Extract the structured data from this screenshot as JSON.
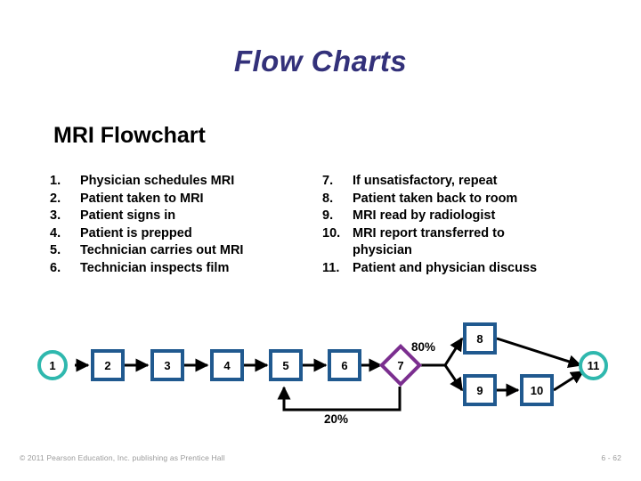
{
  "slide": {
    "title": "Flow Charts",
    "subheading": "MRI Flowchart"
  },
  "steps": {
    "left": [
      {
        "num": "1.",
        "text": "Physician schedules MRI"
      },
      {
        "num": "2.",
        "text": "Patient taken to MRI"
      },
      {
        "num": "3.",
        "text": "Patient signs in"
      },
      {
        "num": "4.",
        "text": "Patient is prepped"
      },
      {
        "num": "5.",
        "text": "Technician carries out MRI"
      },
      {
        "num": "6.",
        "text": "Technician inspects film"
      }
    ],
    "right": [
      {
        "num": "7.",
        "text": "If unsatisfactory, repeat"
      },
      {
        "num": "8.",
        "text": "Patient taken back to room"
      },
      {
        "num": "9.",
        "text": "MRI read by radiologist"
      },
      {
        "num": "10.",
        "text": "MRI report transferred to"
      },
      {
        "num": "",
        "text": "physician",
        "continuation": true
      },
      {
        "num": "11.",
        "text": "Patient and physician discuss"
      }
    ]
  },
  "chart_data": {
    "type": "diagram",
    "title": "MRI Flowchart",
    "nodes": [
      {
        "id": "1",
        "label": "1",
        "shape": "circle",
        "color": "#2FB8AE"
      },
      {
        "id": "2",
        "label": "2",
        "shape": "box",
        "color": "#20598F"
      },
      {
        "id": "3",
        "label": "3",
        "shape": "box",
        "color": "#20598F"
      },
      {
        "id": "4",
        "label": "4",
        "shape": "box",
        "color": "#20598F"
      },
      {
        "id": "5",
        "label": "5",
        "shape": "box",
        "color": "#20598F"
      },
      {
        "id": "6",
        "label": "6",
        "shape": "box",
        "color": "#20598F"
      },
      {
        "id": "7",
        "label": "7",
        "shape": "diamond",
        "color": "#7B2E8F"
      },
      {
        "id": "8",
        "label": "8",
        "shape": "box",
        "color": "#20598F"
      },
      {
        "id": "9",
        "label": "9",
        "shape": "box",
        "color": "#20598F"
      },
      {
        "id": "10",
        "label": "10",
        "shape": "box",
        "color": "#20598F"
      },
      {
        "id": "11",
        "label": "11",
        "shape": "circle",
        "color": "#2FB8AE"
      }
    ],
    "edges": [
      {
        "from": "1",
        "to": "2",
        "label": ""
      },
      {
        "from": "2",
        "to": "3",
        "label": ""
      },
      {
        "from": "3",
        "to": "4",
        "label": ""
      },
      {
        "from": "4",
        "to": "5",
        "label": ""
      },
      {
        "from": "5",
        "to": "6",
        "label": ""
      },
      {
        "from": "6",
        "to": "7",
        "label": ""
      },
      {
        "from": "7",
        "to": "8",
        "label": "80%"
      },
      {
        "from": "7",
        "to": "9",
        "label": "80%"
      },
      {
        "from": "7",
        "to": "5",
        "label": "20%"
      },
      {
        "from": "8",
        "to": "11",
        "label": ""
      },
      {
        "from": "9",
        "to": "10",
        "label": ""
      },
      {
        "from": "10",
        "to": "11",
        "label": ""
      }
    ],
    "edge_labels": {
      "branch_pass": "80%",
      "branch_rework": "20%"
    }
  },
  "nodes": {
    "n1": "1",
    "n2": "2",
    "n3": "3",
    "n4": "4",
    "n5": "5",
    "n6": "6",
    "n7": "7",
    "n8": "8",
    "n9": "9",
    "n10": "10",
    "n11": "11"
  },
  "labels": {
    "pct80": "80%",
    "pct20": "20%"
  },
  "footer": {
    "copyright": "© 2011 Pearson Education, Inc. publishing as Prentice Hall",
    "page": "6 - 62"
  },
  "colors": {
    "title": "#33317A",
    "box_border": "#20598F",
    "circle_border": "#2FB8AE",
    "diamond_border": "#7B2E8F",
    "arrow": "#000000",
    "footer_text": "#9a9a9a"
  }
}
